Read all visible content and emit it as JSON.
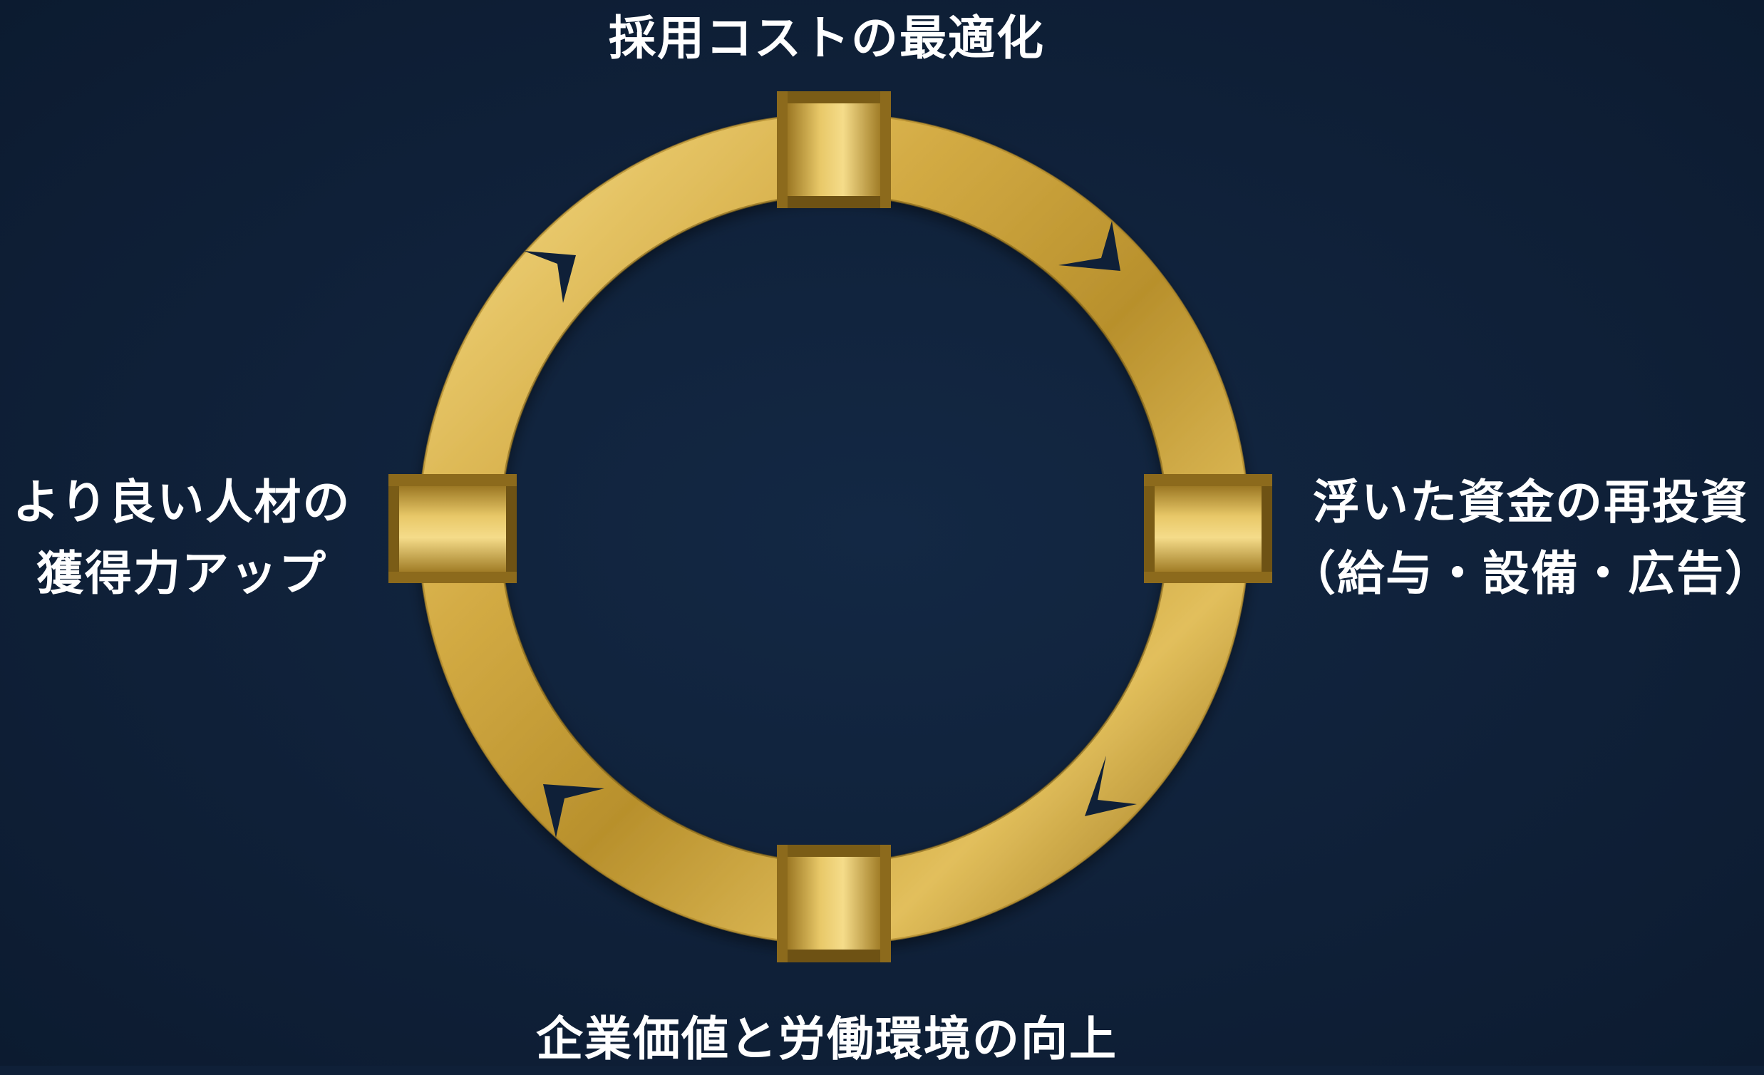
{
  "diagram": {
    "type": "cycle",
    "direction": "clockwise",
    "colors": {
      "background": "#0f2038",
      "ring_gold": "#c9a23a",
      "ring_highlight": "#f0d27a",
      "ring_shadow": "#8a6a1e",
      "arrow": "#0f2038",
      "text": "#ffffff"
    },
    "nodes": {
      "top": {
        "label": "採用コストの最適化"
      },
      "right": {
        "lines": [
          "浮いた資金の再投資",
          "（給与・設備・広告）"
        ]
      },
      "bottom": {
        "label": "企業価値と労働環境の向上"
      },
      "left": {
        "lines": [
          "より良い人材の",
          "獲得力アップ"
        ]
      }
    }
  }
}
